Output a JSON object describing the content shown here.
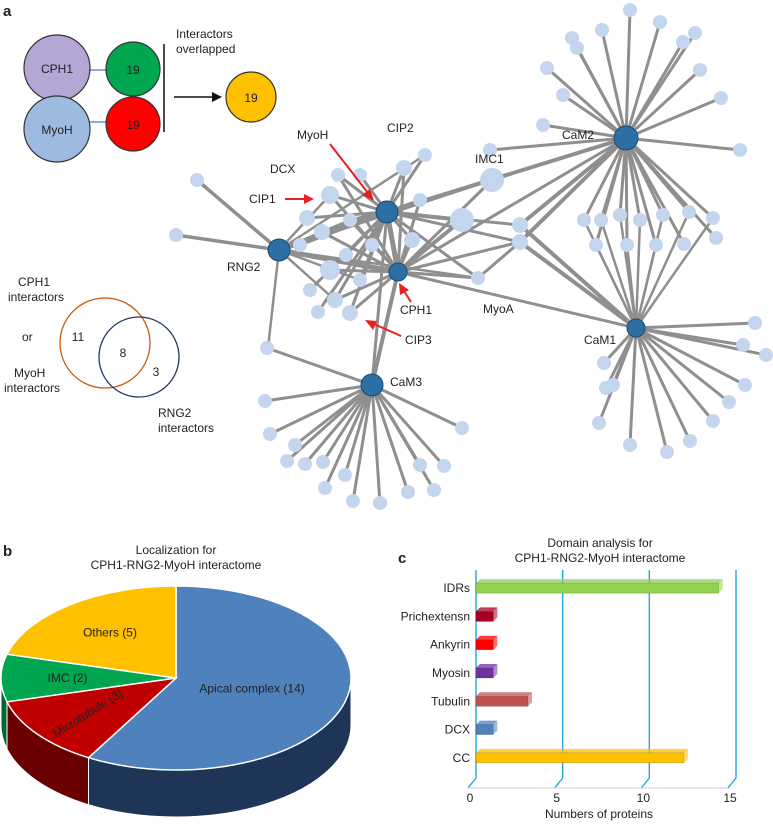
{
  "panel_labels": {
    "a": "a",
    "b": "b",
    "c": "c"
  },
  "panel_a": {
    "boxes": {
      "cph1": "CPH1",
      "myoh": "MyoH",
      "count_green": "19",
      "count_red": "19",
      "count_result": "19"
    },
    "overlap_caption": [
      "Interactors",
      "overlapped"
    ],
    "venn": {
      "left_label": [
        "CPH1",
        "interactors"
      ],
      "or_label": "or",
      "myoh_label": [
        "MyoH",
        "interactors"
      ],
      "right_label": [
        "RNG2",
        "interactors"
      ],
      "left_only": "11",
      "both": "8",
      "right_only": "3"
    },
    "network_labels": {
      "cam2": "CaM2",
      "cam1": "CaM1",
      "cam3": "CaM3",
      "rng2": "RNG2",
      "cip1": "CIP1",
      "cip2": "CIP2",
      "cip3": "CIP3",
      "dcx": "DCX",
      "myoh": "MyoH",
      "cph1": "CPH1",
      "imc1": "IMC1",
      "myoa": "MyoA"
    }
  },
  "panel_b": {
    "title": [
      "Localization for",
      "CPH1-RNG2-MyoH interactome"
    ],
    "chart_data": {
      "type": "pie",
      "labels": [
        "Apical complex",
        "Microtubule",
        "IMC",
        "Others"
      ],
      "values": [
        14,
        3,
        2,
        5
      ],
      "slice_labels": [
        "Apical complex (14)",
        "Microtubule (3)",
        "IMC (2)",
        "Others (5)"
      ],
      "colors": [
        "#4f81bd",
        "#c00000",
        "#00a650",
        "#ffc000"
      ]
    }
  },
  "panel_c": {
    "chart_data": {
      "type": "bar",
      "orientation": "horizontal",
      "title": "Domain analysis for CPH1-RNG2-MyoH interactome",
      "title_lines": [
        "Domain analysis for",
        "CPH1-RNG2-MyoH interactome"
      ],
      "xlabel": "Numbers of proteins",
      "xlim": [
        0,
        15
      ],
      "xticks": [
        "0",
        "5",
        "10",
        "15"
      ],
      "categories": [
        "IDRs",
        "Prichextensn",
        "Ankyrin",
        "Myosin",
        "Tubulin",
        "DCX",
        "CC"
      ],
      "values": [
        14,
        1,
        1,
        1,
        3,
        1,
        12
      ],
      "colors": [
        "#92d050",
        "#a50021",
        "#ff0000",
        "#7030a0",
        "#c0504d",
        "#4f81bd",
        "#ffc000"
      ]
    }
  }
}
